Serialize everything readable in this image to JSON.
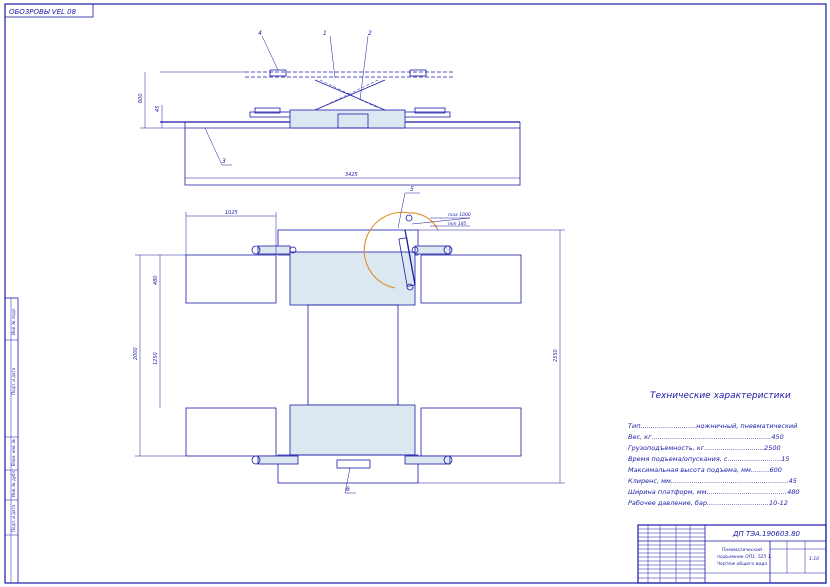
{
  "frame_label": "ОБОЗРОВЫ VEL 08",
  "callouts": {
    "c1": "1",
    "c2": "2",
    "c3": "3",
    "c4": "4",
    "c5": "5",
    "c6": "6"
  },
  "dimensions": {
    "lift_height": "600",
    "clearance": "45",
    "base_length": "3425",
    "width_top": "1025",
    "pad_width": "480",
    "inner_gap": "1250",
    "wheelbase": "2000",
    "overall": "2550",
    "arm_max": "max 1000",
    "arm_min": "min 185"
  },
  "specs": {
    "title": "Технические характеристики",
    "rows": [
      "Тип...........................ножничный, пневматический",
      "Вес, кг..........................................................450",
      "Грузоподъемность, кг.............................2500",
      "Время подъема/опускания, с..........................15",
      "Максимальная высота подъема, мм.........600",
      "Клиренс, мм.........................................................45",
      "Ширина платформ, мм.......................................480",
      "Рабочее давление, бар..............................10-12"
    ]
  },
  "title_block": {
    "doc_number": "ДП ТЭА.190603.80",
    "name_l1": "Пневматический",
    "name_l2": "подъемник ОП1. 525 1.",
    "name_l3": "Чертеж общего вида",
    "scale": "1:10"
  },
  "side_stamps": [
    "Инв. № подл.",
    "Подп. и дата",
    "Взам. инв. №",
    "Инв. № дубл.",
    "Подп. и дата"
  ]
}
